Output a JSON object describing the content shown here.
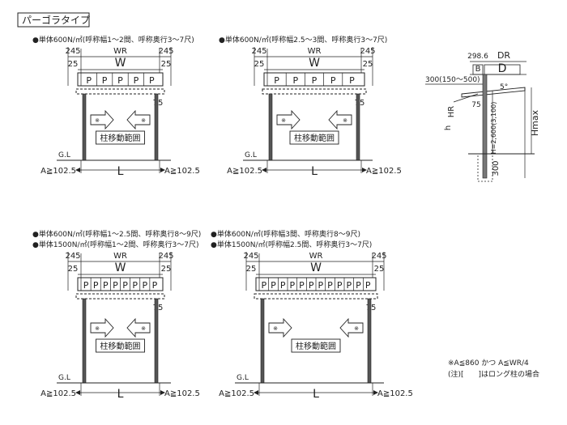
{
  "title": "パーゴラタイプ",
  "diagrams": [
    {
      "notes": [
        "●単体600N/㎡(呼称幅1～2間、呼称奥行3～7尺)"
      ],
      "dims": {
        "side_left": "245",
        "wr": "WR",
        "side_right": "245",
        "w": "W",
        "edge_left": "25",
        "edge_right": "25",
        "overhang": "75",
        "a_left": "A≧102.5",
        "l": "L",
        "a_right": "A≧102.5",
        "gl": "G.L"
      },
      "rafters": [
        "P",
        "P",
        "P",
        "P",
        "P"
      ],
      "range_label": "柱移動範囲"
    },
    {
      "notes": [
        "●単体600N/㎡(呼称幅2.5～3間、呼称奥行3～7尺)"
      ],
      "dims": {
        "side_left": "245",
        "wr": "WR",
        "side_right": "245",
        "w": "W",
        "edge_left": "25",
        "edge_right": "25",
        "overhang": "75",
        "a_left": "A≧102.5",
        "l": "L",
        "a_right": "A≧102.5",
        "gl": "G.L"
      },
      "rafters": [
        "P",
        "P",
        "P",
        "P",
        "P"
      ],
      "range_label": "柱移動範囲"
    },
    {
      "notes": [
        "●単体600N/㎡(呼称幅1～2.5間、呼称奥行8～9尺)",
        "●単体1500N/㎡(呼称幅1～2間、呼称奥行3～7尺)"
      ],
      "dims": {
        "side_left": "245",
        "wr": "WR",
        "side_right": "245",
        "w": "W",
        "edge_left": "25",
        "edge_right": "25",
        "overhang": "75",
        "a_left": "A≧102.5",
        "l": "L",
        "a_right": "A≧102.5",
        "gl": "G.L"
      },
      "rafters": [
        "P",
        "P",
        "P",
        "P",
        "P",
        "P",
        "P",
        "P"
      ],
      "range_label": "柱移動範囲"
    },
    {
      "notes": [
        "●単体600N/㎡(呼称幅3間、呼称奥行8～9尺)",
        "●単体1500N/㎡(呼称幅2.5間、呼称奥行3～7尺)"
      ],
      "dims": {
        "side_left": "245",
        "wr": "WR",
        "side_right": "245",
        "w": "W",
        "edge_left": "25",
        "edge_right": "25",
        "overhang": "75",
        "a_left": "A≧102.5",
        "l": "L",
        "a_right": "A≧102.5",
        "gl": "G.L"
      },
      "rafters": [
        "P",
        "P",
        "P",
        "P",
        "P",
        "P",
        "P",
        "P",
        "P",
        "P",
        "P",
        "P"
      ],
      "range_label": "柱移動範囲"
    }
  ],
  "side_view": {
    "top_left": "298.6",
    "dr": "DR",
    "b": "B",
    "d": "D",
    "range300": "300(150～500)",
    "angle": "5°",
    "hr": "HR",
    "h1": "h",
    "dim75": "75",
    "h_std": "H=2,600(3,100)",
    "hmax": "Hmax",
    "base": "300"
  },
  "footnotes": [
    "※A≦860 かつ A≦WR/4",
    "(注)[　　]はロング柱の場合"
  ]
}
